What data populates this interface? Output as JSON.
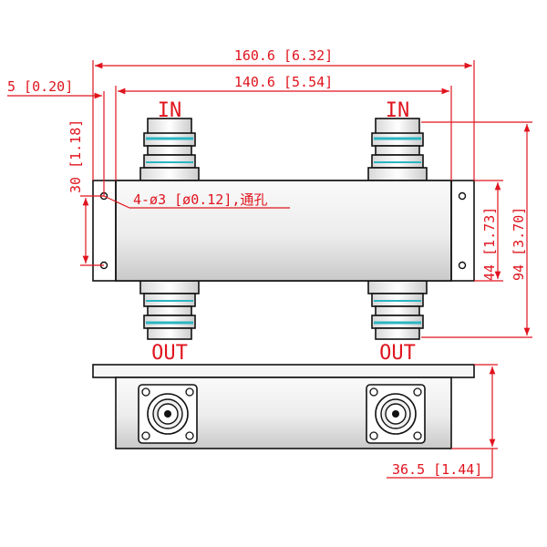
{
  "drawing": {
    "dimensions": {
      "overall_width": "160.6 [6.32]",
      "hole_spacing_width": "140.6 [5.54]",
      "edge_offset": "5 [0.20]",
      "hole_spacing_height": "30 [1.18]",
      "body_height": "44 [1.73]",
      "overall_height": "94 [3.70]",
      "depth": "36.5 [1.44]"
    },
    "mounting_holes_note": "4-ø3 [ø0.12],通孔",
    "ports": {
      "input_left": "IN",
      "input_right": "IN",
      "output_left": "OUT",
      "output_right": "OUT"
    },
    "colors": {
      "outline": "#111111",
      "dimension": "#e0141e",
      "body_fill_light": "#f2f2f2",
      "body_fill_dark": "#cfcfcf",
      "accent": "#2bb5c2"
    }
  }
}
